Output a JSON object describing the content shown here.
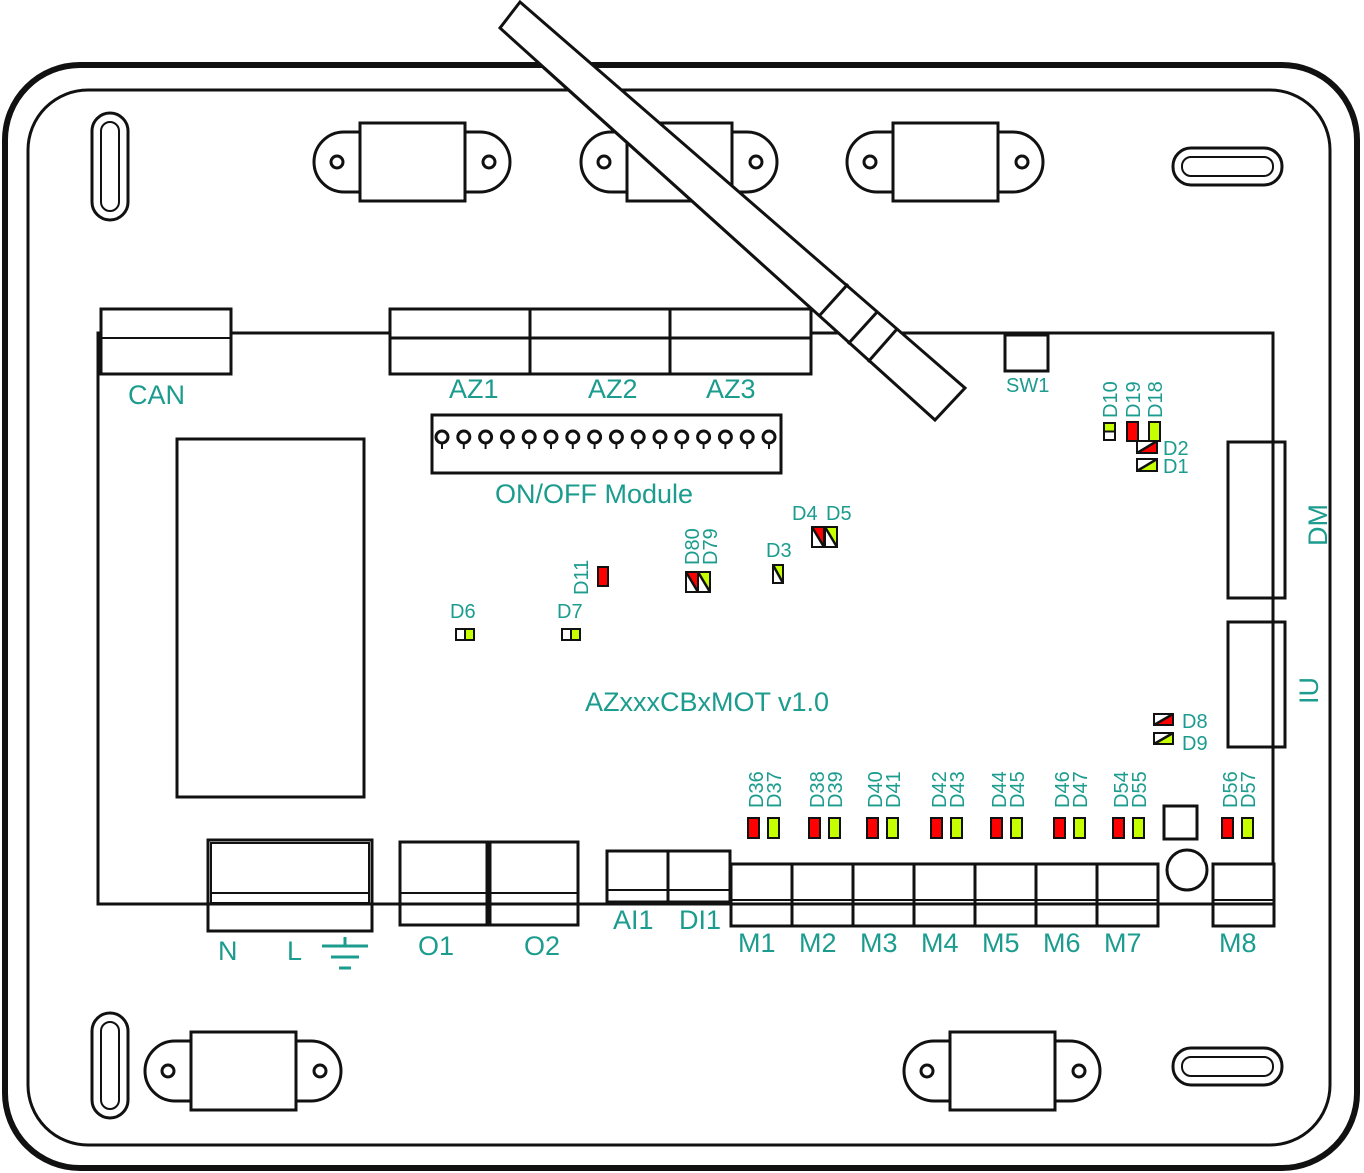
{
  "colors": {
    "label": "#1b9c8e",
    "led_red": "#ff0000",
    "led_green": "#c6ff00",
    "line": "#111111"
  },
  "board": {
    "model": "AZxxxCBxMOT v1.0"
  },
  "connectors": {
    "can": "CAN",
    "az1": "AZ1",
    "az2": "AZ2",
    "az3": "AZ3",
    "onoff": "ON/OFF Module",
    "sw1": "SW1",
    "dm": "DM",
    "iu": "IU",
    "n": "N",
    "l": "L",
    "o1": "O1",
    "o2": "O2",
    "ai1": "AI1",
    "di1": "DI1",
    "motors": [
      "M1",
      "M2",
      "M3",
      "M4",
      "M5",
      "M6",
      "M7",
      "M8"
    ]
  },
  "leds": [
    {
      "label": "D10",
      "color": "green"
    },
    {
      "label": "D19",
      "color": "red"
    },
    {
      "label": "D18",
      "color": "green"
    },
    {
      "label": "D2",
      "color": "red"
    },
    {
      "label": "D1",
      "color": "green"
    },
    {
      "label": "D4",
      "color": "red"
    },
    {
      "label": "D5",
      "color": "green"
    },
    {
      "label": "D3",
      "color": "green"
    },
    {
      "label": "D80",
      "color": "red"
    },
    {
      "label": "D79",
      "color": "green"
    },
    {
      "label": "D11",
      "color": "red"
    },
    {
      "label": "D6",
      "color": "green"
    },
    {
      "label": "D7",
      "color": "green"
    },
    {
      "label": "D8",
      "color": "red"
    },
    {
      "label": "D9",
      "color": "green"
    },
    {
      "label": "D36",
      "color": "red"
    },
    {
      "label": "D37",
      "color": "green"
    },
    {
      "label": "D38",
      "color": "red"
    },
    {
      "label": "D39",
      "color": "green"
    },
    {
      "label": "D40",
      "color": "red"
    },
    {
      "label": "D41",
      "color": "green"
    },
    {
      "label": "D42",
      "color": "red"
    },
    {
      "label": "D43",
      "color": "green"
    },
    {
      "label": "D44",
      "color": "red"
    },
    {
      "label": "D45",
      "color": "green"
    },
    {
      "label": "D46",
      "color": "red"
    },
    {
      "label": "D47",
      "color": "green"
    },
    {
      "label": "D54",
      "color": "red"
    },
    {
      "label": "D55",
      "color": "green"
    },
    {
      "label": "D56",
      "color": "red"
    },
    {
      "label": "D57",
      "color": "green"
    }
  ]
}
